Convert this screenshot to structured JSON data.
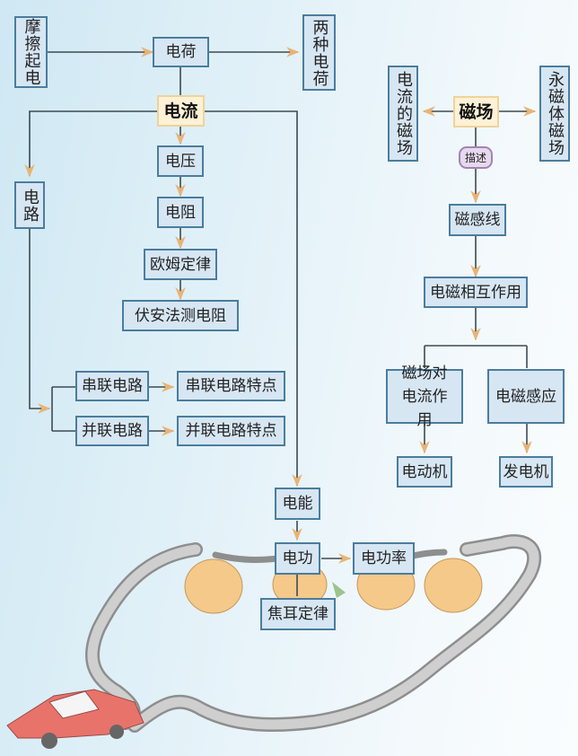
{
  "diagram": {
    "nodes": {
      "friction": "摩擦起电",
      "charge": "电荷",
      "two_charges": "两种电荷",
      "current": "电流",
      "voltage": "电压",
      "resistance": "电阻",
      "ohm": "欧姆定律",
      "voltammetry": "伏安法测电阻",
      "circuit": "电路",
      "series": "串联电路",
      "series_feat": "串联电路特点",
      "parallel": "并联电路",
      "parallel_feat": "并联电路特点",
      "energy": "电能",
      "work": "电功",
      "power": "电功率",
      "joule": "焦耳定律",
      "magfield": "磁场",
      "current_mag": "电流的磁场",
      "perm_mag": "永磁体磁场",
      "describe": "描述",
      "field_lines": "磁感线",
      "em_interact": "电磁相互作用",
      "force_on_current": "磁场对电流作用",
      "induction": "电磁感应",
      "motor": "电动机",
      "generator": "发电机"
    },
    "colors": {
      "box_fill": "#d7e6f3",
      "box_border": "#4a7d9e",
      "core_fill": "#fdf1d6",
      "arrow": "#e8b476",
      "line": "#3d4a52"
    }
  }
}
